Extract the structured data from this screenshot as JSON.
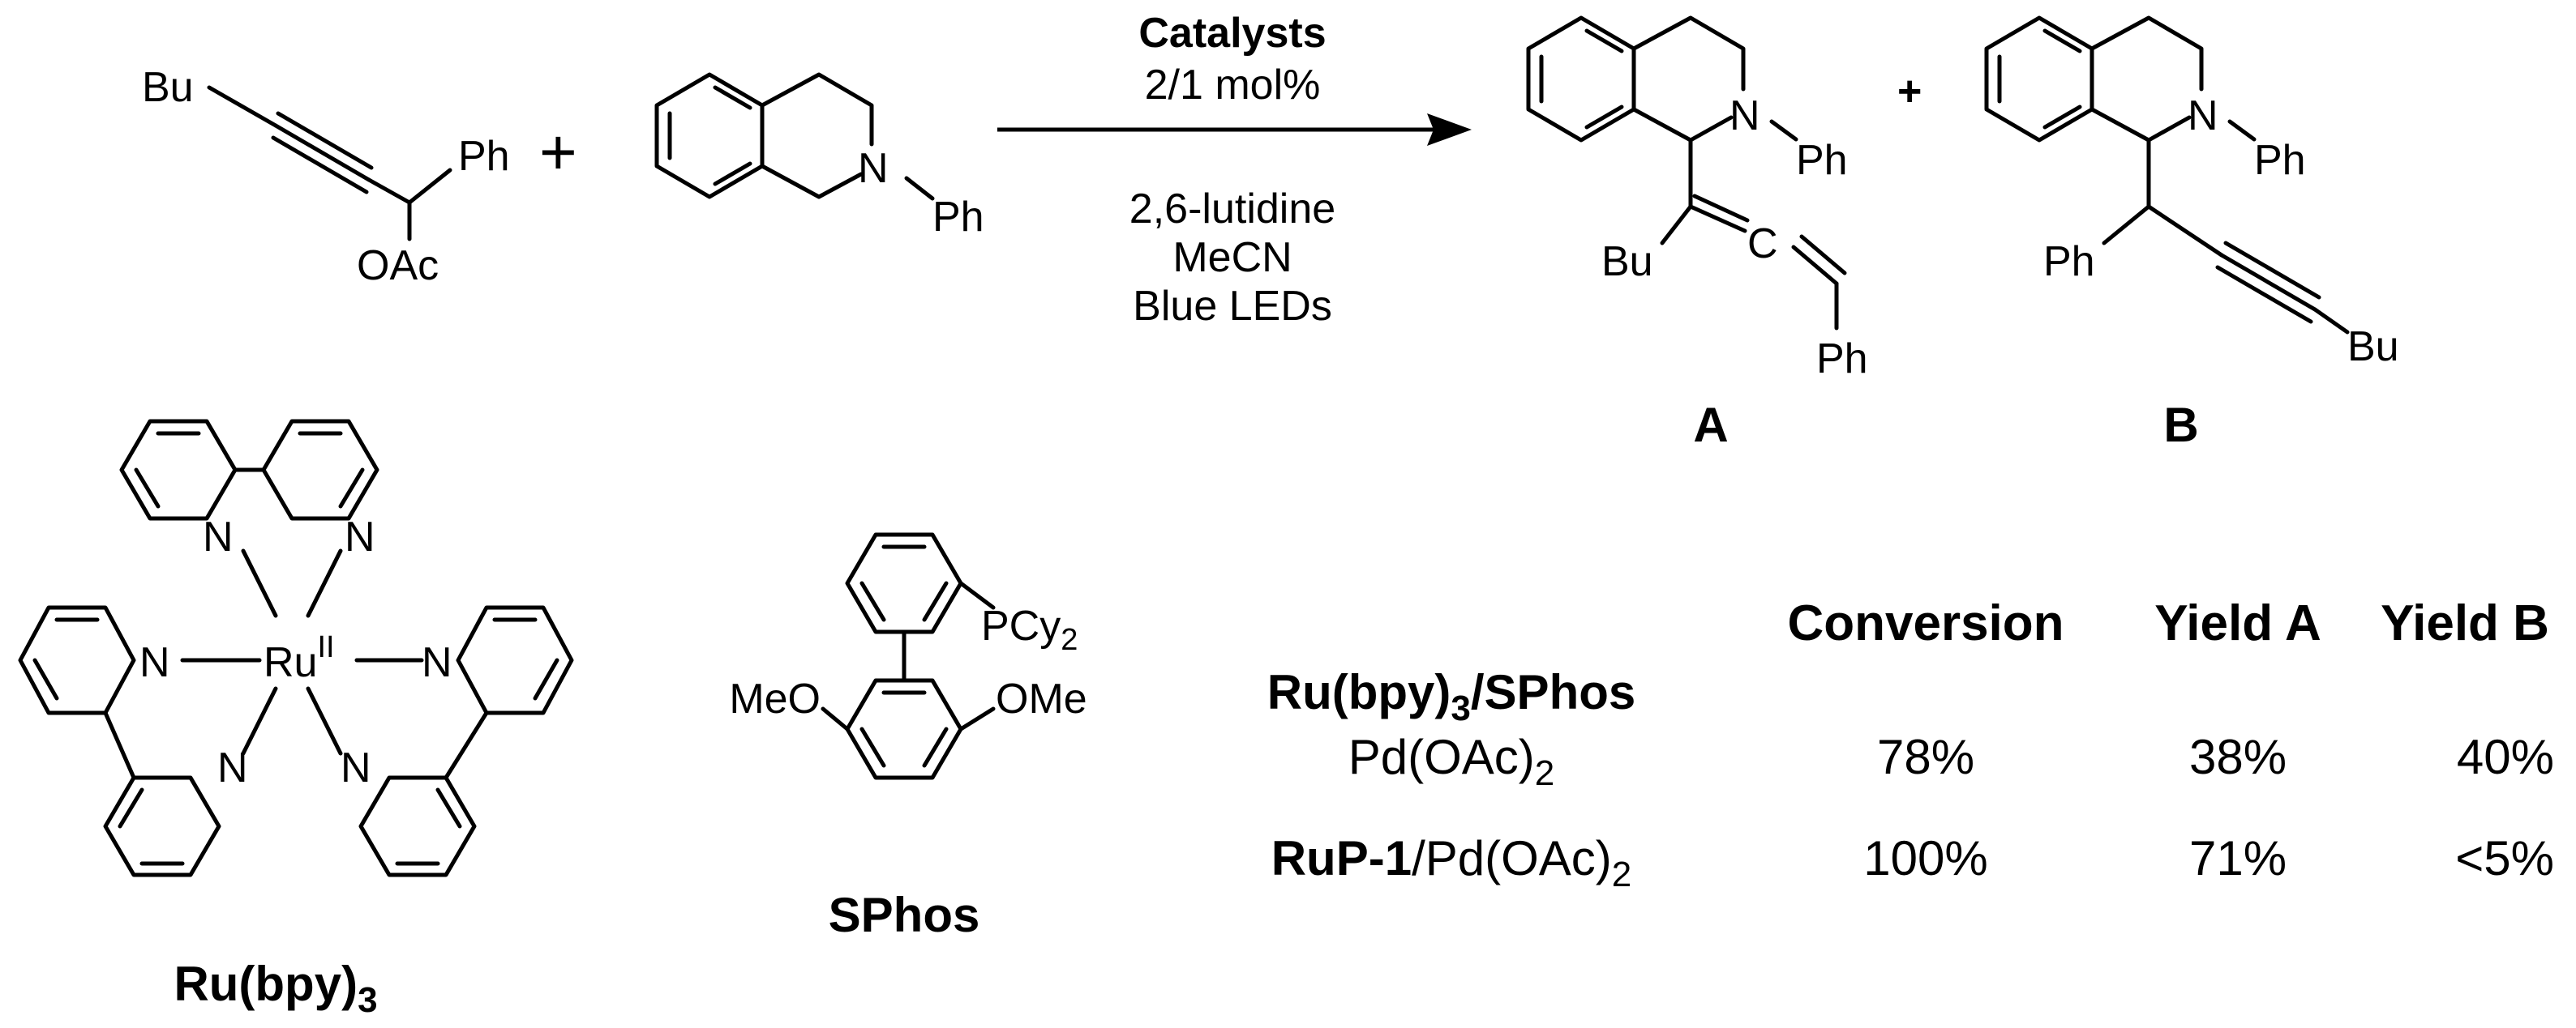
{
  "reaction": {
    "reactant_alkyne": {
      "bu": "Bu",
      "ph": "Ph",
      "oac": "OAc"
    },
    "plus_1": "+",
    "reactant_amine": {
      "n": "N",
      "ph": "Ph"
    },
    "arrow_above": {
      "catalysts": "Catalysts",
      "loading": "2/1 mol%"
    },
    "arrow_below": {
      "base": "2,6-lutidine",
      "solvent": "MeCN",
      "light": "Blue LEDs"
    },
    "product_a": {
      "n": "N",
      "ph": "Ph",
      "bu": "Bu",
      "c": "C",
      "ph2": "Ph",
      "label": "A"
    },
    "plus_2": "+",
    "product_b": {
      "n": "N",
      "ph": "Ph",
      "ph2": "Ph",
      "bu": "Bu",
      "label": "B"
    }
  },
  "ru_complex": {
    "n": "N",
    "ru": "Ru",
    "ox": "II",
    "label_main": "Ru(bpy)",
    "label_sub": "3"
  },
  "sphos": {
    "pcy": "PCy",
    "pcy_sub": "2",
    "meo": "MeO",
    "ome": "OMe",
    "label": "SPhos"
  },
  "table": {
    "headers": [
      "Conversion",
      "Yield A",
      "Yield B"
    ],
    "row1": {
      "cat_line1_main": "Ru(bpy)",
      "cat_line1_sub": "3",
      "cat_line1_rest": "/SPhos",
      "cat_line2_main": "Pd(OAc)",
      "cat_line2_sub": "2",
      "values": [
        "78%",
        "38%",
        "40%"
      ]
    },
    "row2": {
      "cat_bold": "RuP-1",
      "cat_rest": "/Pd(OAc)",
      "cat_sub": "2",
      "values": [
        "100%",
        "71%",
        "<5%"
      ]
    }
  }
}
